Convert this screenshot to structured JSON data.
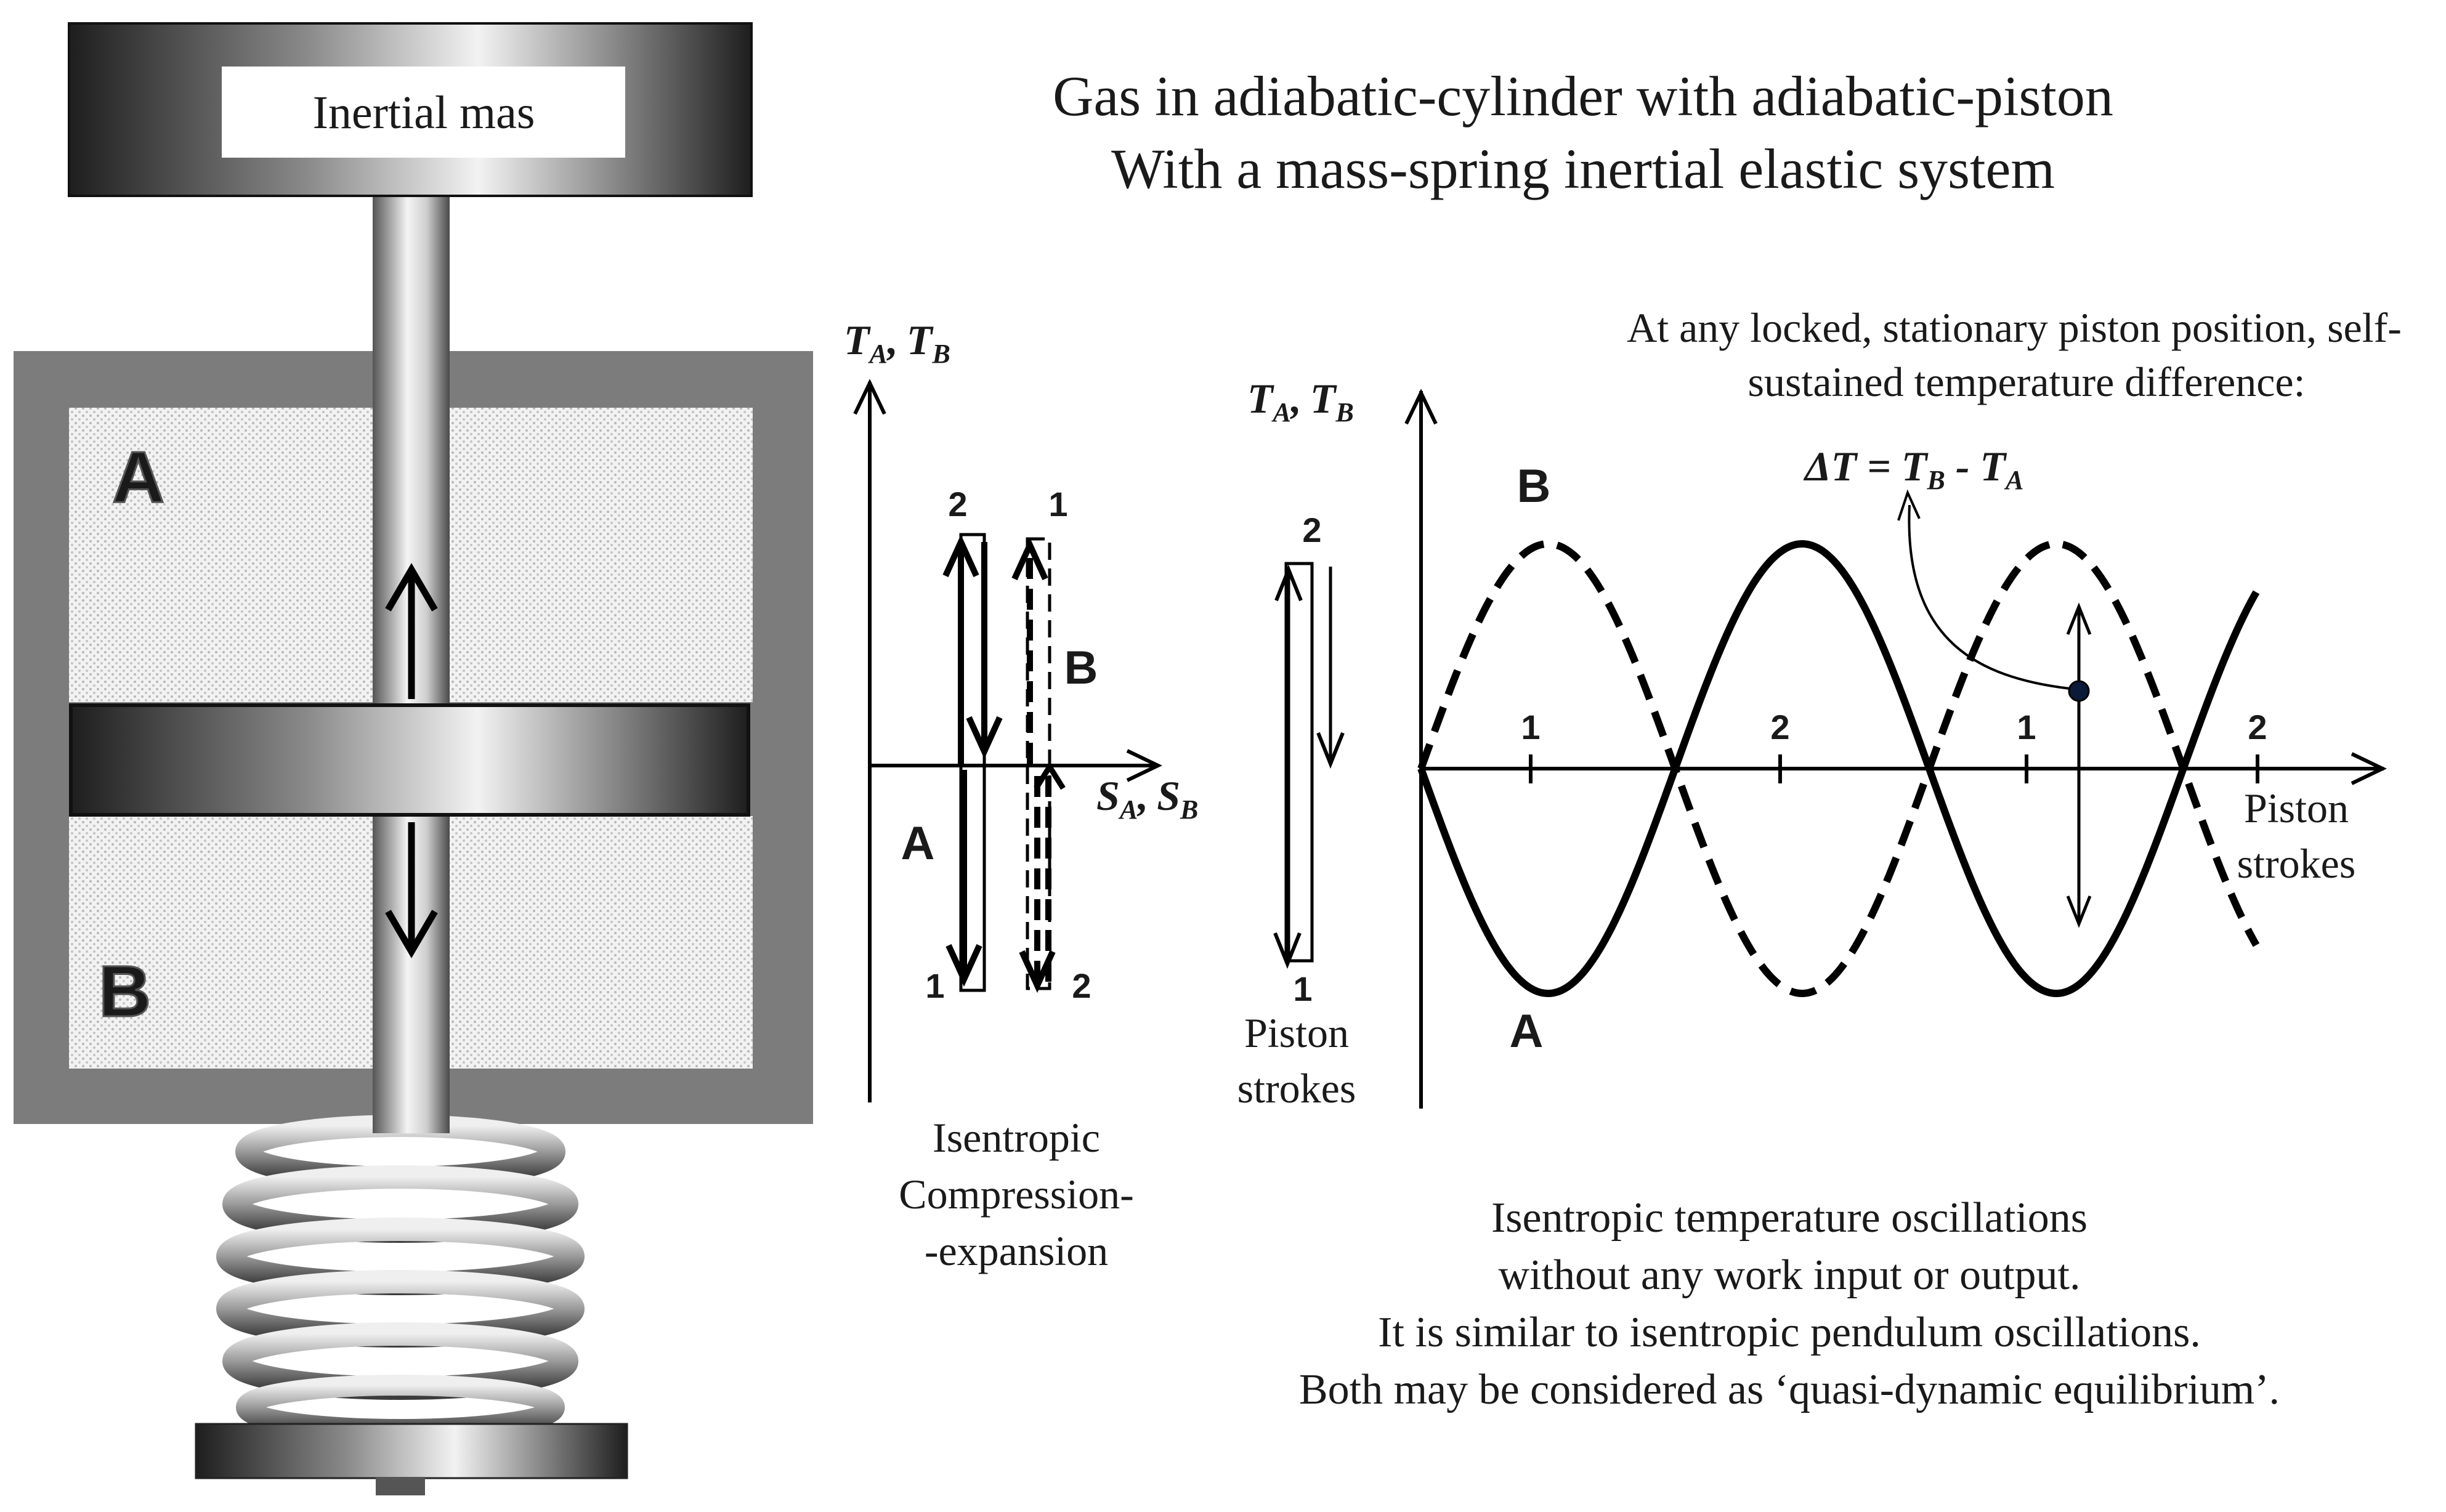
{
  "header": {
    "line1": "Gas in adiabatic-cylinder with adiabatic-piston",
    "line2": "With a mass-spring inertial elastic system"
  },
  "device": {
    "mass_label": "Inertial mas",
    "chamber_top": "A",
    "chamber_bottom": "B"
  },
  "ts_diagram": {
    "y_axis": {
      "T": "T",
      "A": "A",
      "comma": ",",
      "B": "B"
    },
    "x_axis": {
      "S": "S",
      "A": "A",
      "comma": ",",
      "B": "B"
    },
    "label_A": "A",
    "label_B": "B",
    "pts": {
      "a_top": "2",
      "a_bottom": "1",
      "b_top": "1",
      "b_bottom": "2"
    },
    "caption": [
      "Isentropic",
      "Compression-",
      "-expansion"
    ]
  },
  "stroke_key": {
    "y_axis": {
      "T": "T",
      "A": "A",
      "comma": ",",
      "B": "B"
    },
    "top": "2",
    "bottom": "1",
    "caption": [
      "Piston",
      "strokes"
    ]
  },
  "wave_chart": {
    "y_axis": {
      "T": "T",
      "A": "A",
      "comma": ",",
      "B": "B"
    },
    "label_A": "A",
    "label_B": "B",
    "ticks": [
      "1",
      "2",
      "1",
      "2"
    ],
    "x_label": [
      "Piston",
      "strokes"
    ],
    "note": [
      "At any locked, stationary piston position, self-",
      "sustained temperature difference:"
    ],
    "delta": {
      "D": "ΔT",
      "eq": " = ",
      "T1": "T",
      "s1": "B",
      "minus": " - ",
      "T2": "T",
      "s2": "A"
    },
    "caption": [
      "Isentropic temperature oscillations",
      "without any work input or output.",
      "It is similar to isentropic pendulum oscillations.",
      "Both may be considered as ‘quasi-dynamic equilibrium’."
    ]
  }
}
